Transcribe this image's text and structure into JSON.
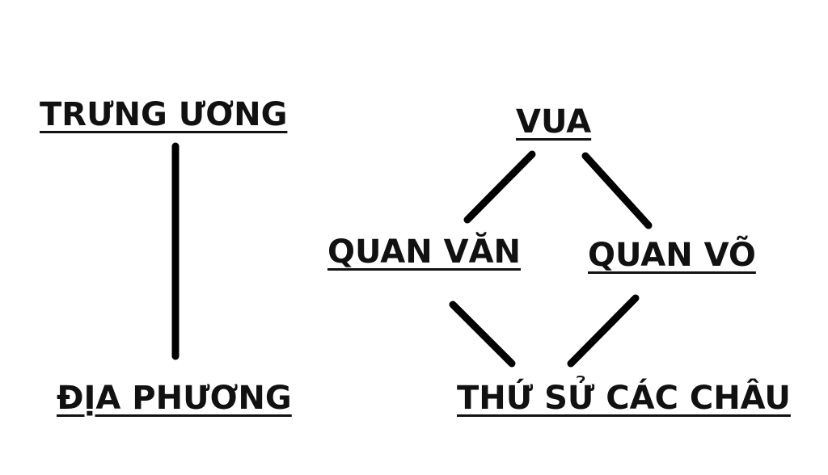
{
  "left_hierarchy": {
    "top": "TRƯNG ƯƠNG",
    "bottom": "ĐỊA PHƯƠNG"
  },
  "right_hierarchy": {
    "top": "VUA",
    "middle_left": "QUAN VĂN",
    "middle_right": "QUAN VÕ",
    "bottom": "THỨ SỬ CÁC CHÂU"
  }
}
